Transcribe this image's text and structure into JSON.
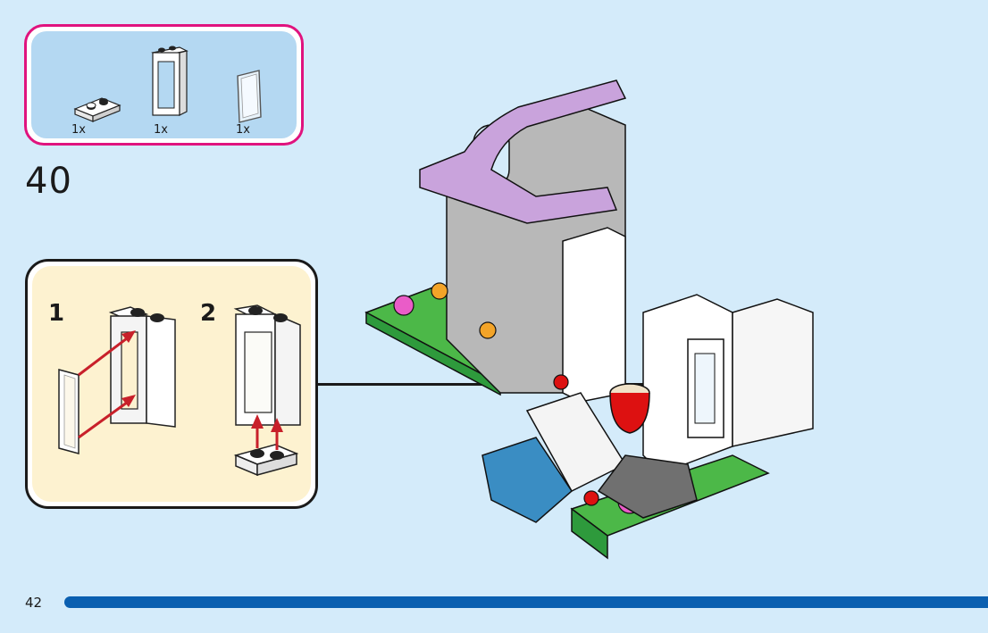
{
  "parts_list": {
    "items": [
      {
        "name": "white 1x2 plate",
        "qty": "1x"
      },
      {
        "name": "white 1x2x3 window frame",
        "qty": "1x"
      },
      {
        "name": "transparent window glass",
        "qty": "1x"
      }
    ],
    "border_color": "#e0137e",
    "background_color": "#b4d8f2"
  },
  "step": {
    "number": "40"
  },
  "callout": {
    "substeps": [
      {
        "number": "1",
        "description": "Insert glass pane into window frame"
      },
      {
        "number": "2",
        "description": "Attach 1x2 plate under window frame"
      }
    ],
    "background_color": "#fdf2d0"
  },
  "page": {
    "number": "42",
    "progress_color": "#0a5fb0",
    "background_color": "#d4ebfa"
  }
}
